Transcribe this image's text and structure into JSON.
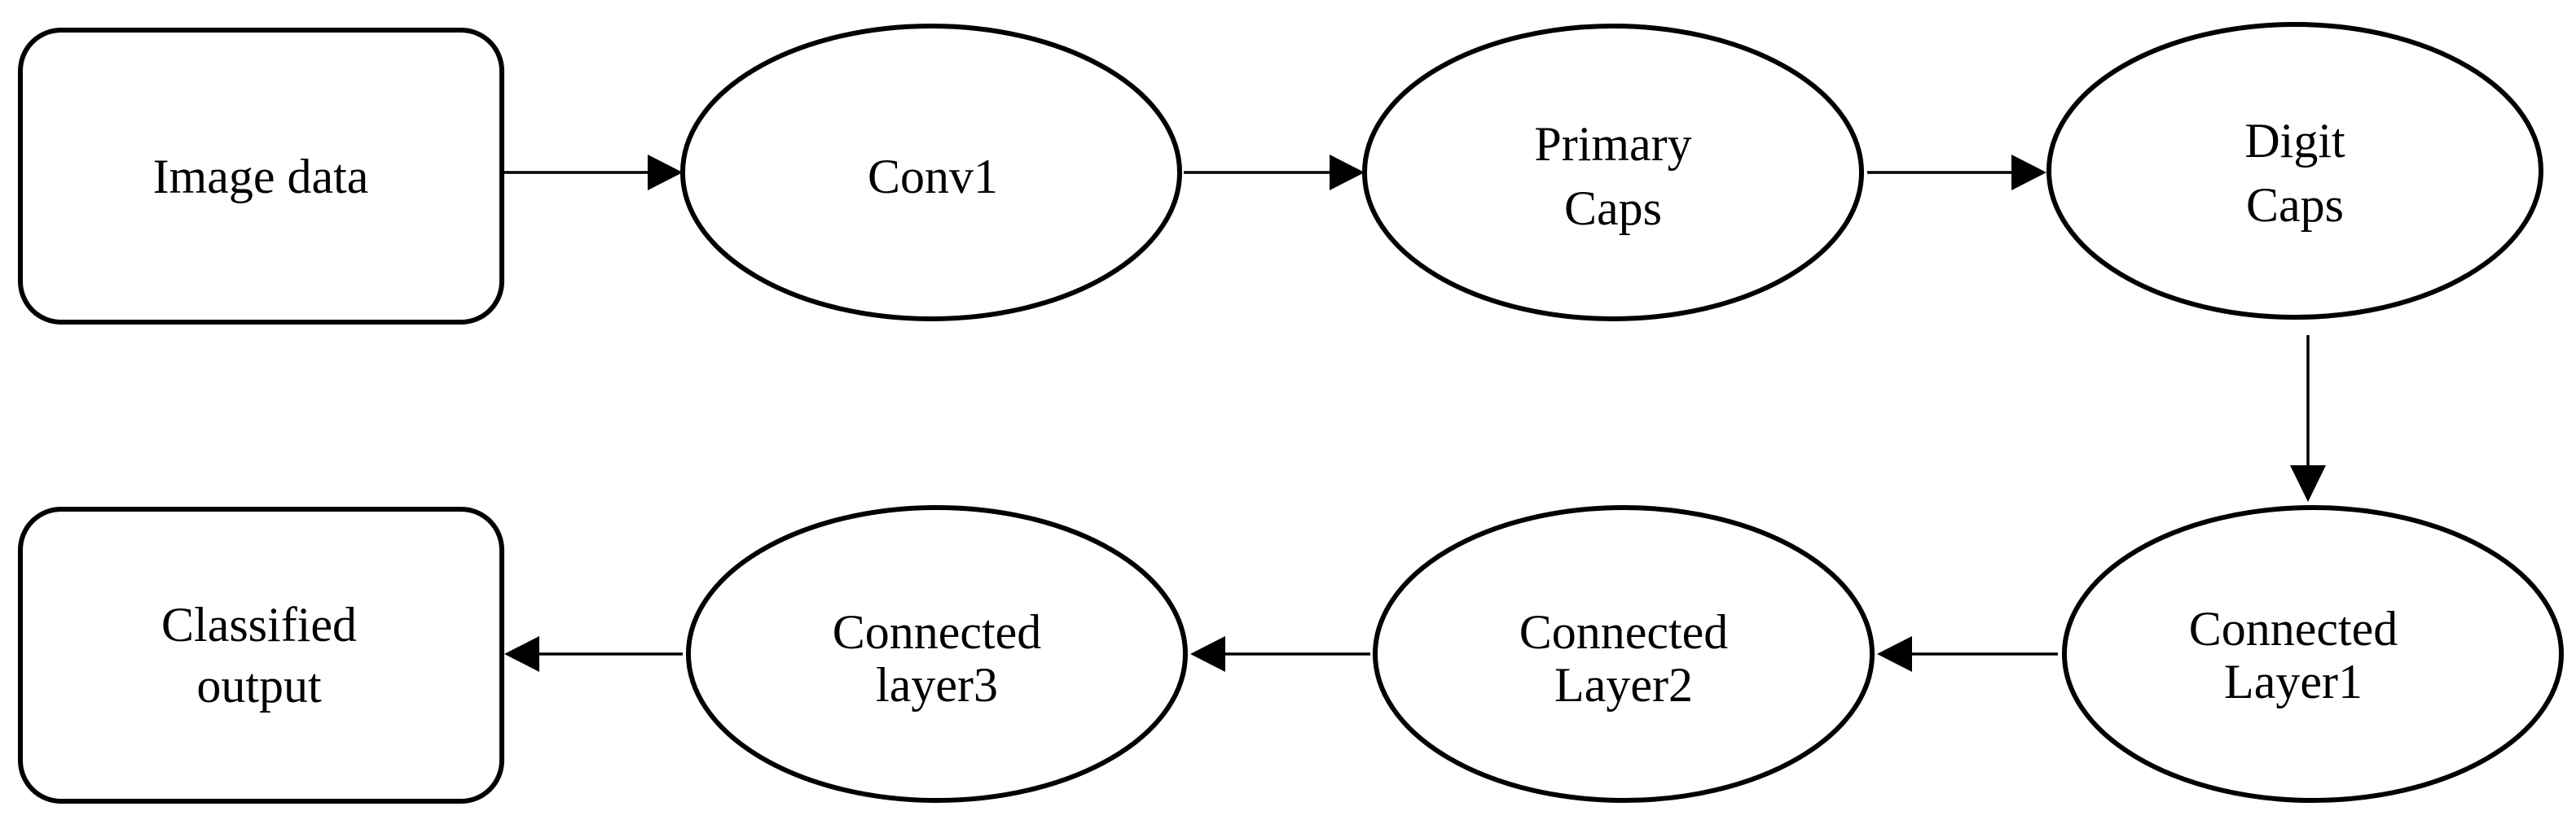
{
  "diagram": {
    "nodes": {
      "image_data": {
        "lines": [
          "Image data"
        ],
        "shape": "rounded-rect"
      },
      "conv1": {
        "lines": [
          "Conv1"
        ],
        "shape": "ellipse"
      },
      "primary_caps": {
        "lines": [
          "Primary",
          "Caps"
        ],
        "shape": "ellipse"
      },
      "digit_caps": {
        "lines": [
          "Digit",
          "Caps"
        ],
        "shape": "ellipse"
      },
      "connected_layer1": {
        "lines": [
          "Connected",
          "Layer1"
        ],
        "shape": "ellipse"
      },
      "connected_layer2": {
        "lines": [
          "Connected",
          "Layer2"
        ],
        "shape": "ellipse"
      },
      "connected_layer3": {
        "lines": [
          "Connected",
          "layer3"
        ],
        "shape": "ellipse"
      },
      "classified_output": {
        "lines": [
          "Classified",
          "output"
        ],
        "shape": "rounded-rect"
      }
    },
    "edges": [
      {
        "from": "image_data",
        "to": "conv1"
      },
      {
        "from": "conv1",
        "to": "primary_caps"
      },
      {
        "from": "primary_caps",
        "to": "digit_caps"
      },
      {
        "from": "digit_caps",
        "to": "connected_layer1"
      },
      {
        "from": "connected_layer1",
        "to": "connected_layer2"
      },
      {
        "from": "connected_layer2",
        "to": "connected_layer3"
      },
      {
        "from": "connected_layer3",
        "to": "classified_output"
      }
    ],
    "colors": {
      "stroke": "#000000",
      "fill": "#ffffff",
      "background": "#ffffff"
    }
  }
}
